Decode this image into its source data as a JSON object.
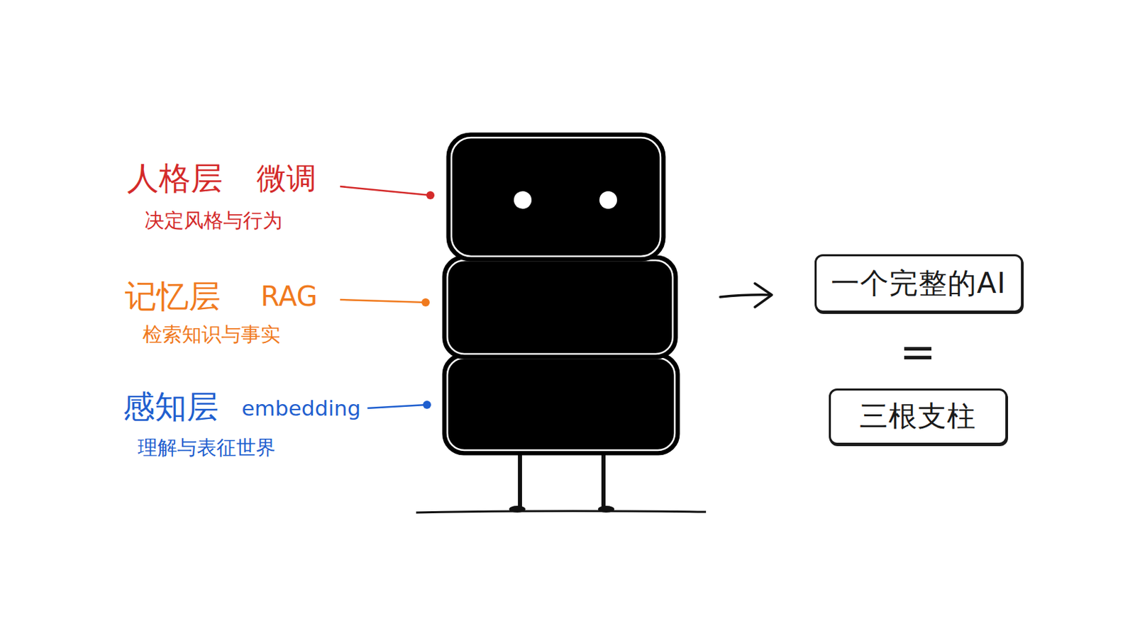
{
  "diagram": {
    "nodes": [
      {
        "text": [
          "一个完整的AI"
        ]
      },
      {
        "text": [
          "三根支柱"
        ]
      }
    ],
    "labels": [
      "人格层",
      "微调",
      "决定风格与行为",
      "记忆层",
      "RAG",
      "检索知识与事实",
      "感知层",
      "embedding",
      "理解与表征世界",
      "="
    ]
  }
}
